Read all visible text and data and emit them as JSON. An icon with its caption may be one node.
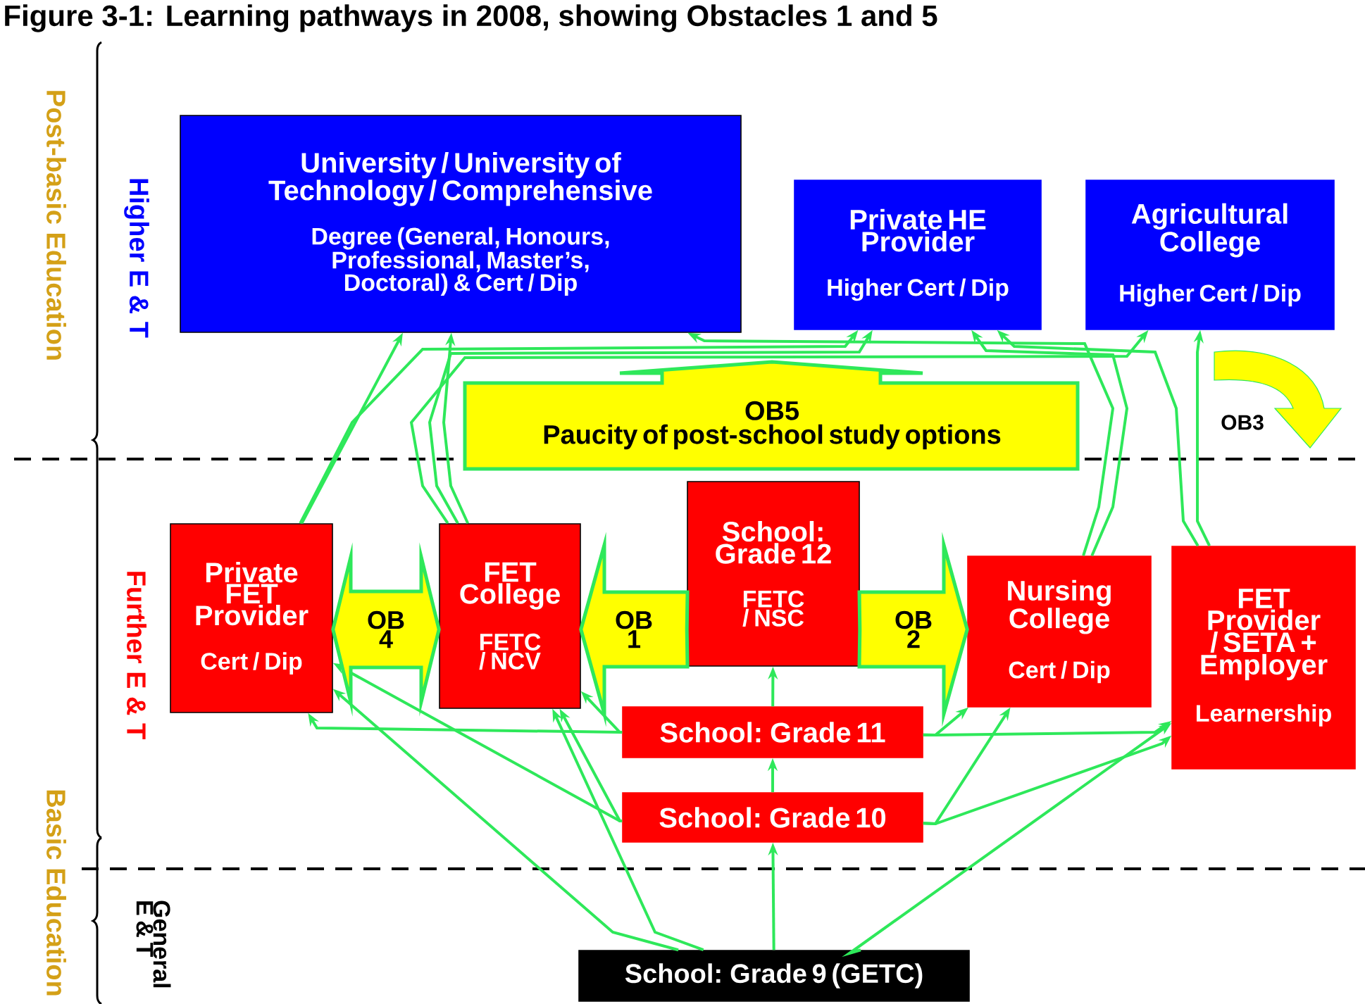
{
  "diagram": {
    "title": "Figure 3-1: Learning pathways in 2008, showing Obstacles 1 and 5",
    "nodes": [
      {
        "text": [
          "University / University of Technology / Comprehensive",
          "Degree (General, Honours, Professional, Master’s, Doctoral) & Cert / Dip"
        ]
      },
      {
        "text": [
          "Private HE Provider",
          "Higher Cert / Dip"
        ]
      },
      {
        "text": [
          "Agricultural College",
          "Higher Cert / Dip"
        ]
      },
      {
        "text": [
          "OB5",
          "Paucity of post-school study options"
        ]
      },
      {
        "text": [
          "OB3"
        ]
      },
      {
        "text": [
          "Private FET Provider",
          "Cert / Dip"
        ]
      },
      {
        "text": [
          "FET College",
          "FETC / NCV"
        ]
      },
      {
        "text": [
          "School: Grade 12",
          "FETC / NSC"
        ]
      },
      {
        "text": [
          "Nursing College",
          "Cert / Dip"
        ]
      },
      {
        "text": [
          "FET Provider / SETA + Employer",
          "Learnership"
        ]
      },
      {
        "text": [
          "School: Grade 11"
        ]
      },
      {
        "text": [
          "School: Grade 10"
        ]
      },
      {
        "text": [
          "School: Grade 9 (GETC)"
        ]
      }
    ],
    "edges": [
      {
        "from": 5,
        "to": 0,
        "arrow": "to"
      },
      {
        "from": 5,
        "to": 1,
        "arrow": "to"
      },
      {
        "from": 6,
        "to": 0,
        "arrow": "to"
      },
      {
        "from": 6,
        "to": 1,
        "arrow": "to"
      },
      {
        "from": 6,
        "to": 2,
        "arrow": "to"
      },
      {
        "from": 8,
        "to": 0,
        "arrow": "to"
      },
      {
        "from": 8,
        "to": 1,
        "arrow": "to"
      },
      {
        "from": 9,
        "to": 2,
        "arrow": "to"
      },
      {
        "from": 9,
        "to": 1,
        "arrow": "to"
      },
      {
        "from": 10,
        "to": 6,
        "arrow": "to"
      },
      {
        "from": 10,
        "to": 5,
        "arrow": "to"
      },
      {
        "from": 11,
        "to": 5,
        "arrow": "to"
      },
      {
        "from": 11,
        "to": 6,
        "arrow": "to"
      },
      {
        "from": 12,
        "to": 5,
        "arrow": "to"
      },
      {
        "from": 12,
        "to": 6,
        "arrow": "to"
      },
      {
        "from": 12,
        "to": 11,
        "arrow": "to"
      },
      {
        "from": 11,
        "to": 10,
        "arrow": "to"
      },
      {
        "from": 10,
        "to": 7,
        "arrow": "to"
      },
      {
        "from": 12,
        "to": 9,
        "arrow": "to"
      },
      {
        "from": 10,
        "to": 8,
        "arrow": "to"
      },
      {
        "from": 10,
        "to": 9,
        "arrow": "to"
      },
      {
        "from": 11,
        "to": 8,
        "arrow": "to"
      },
      {
        "from": 11,
        "to": 9,
        "arrow": "to"
      },
      {
        "from": 7,
        "to": 6,
        "arrow": "to",
        "label": "OB 1",
        "style": "thick",
        "color": "#ffff00"
      },
      {
        "from": 7,
        "to": 8,
        "arrow": "to",
        "label": "OB 2",
        "style": "thick",
        "color": "#ffff00"
      },
      {
        "from": 5,
        "to": 6,
        "arrow": "both",
        "label": "OB 4",
        "style": "thick",
        "color": "#ffff00"
      }
    ],
    "labels": [
      "Post-basic Education",
      "Higher E & T",
      "Further E & T",
      "Basic Education",
      "General E & T"
    ]
  }
}
